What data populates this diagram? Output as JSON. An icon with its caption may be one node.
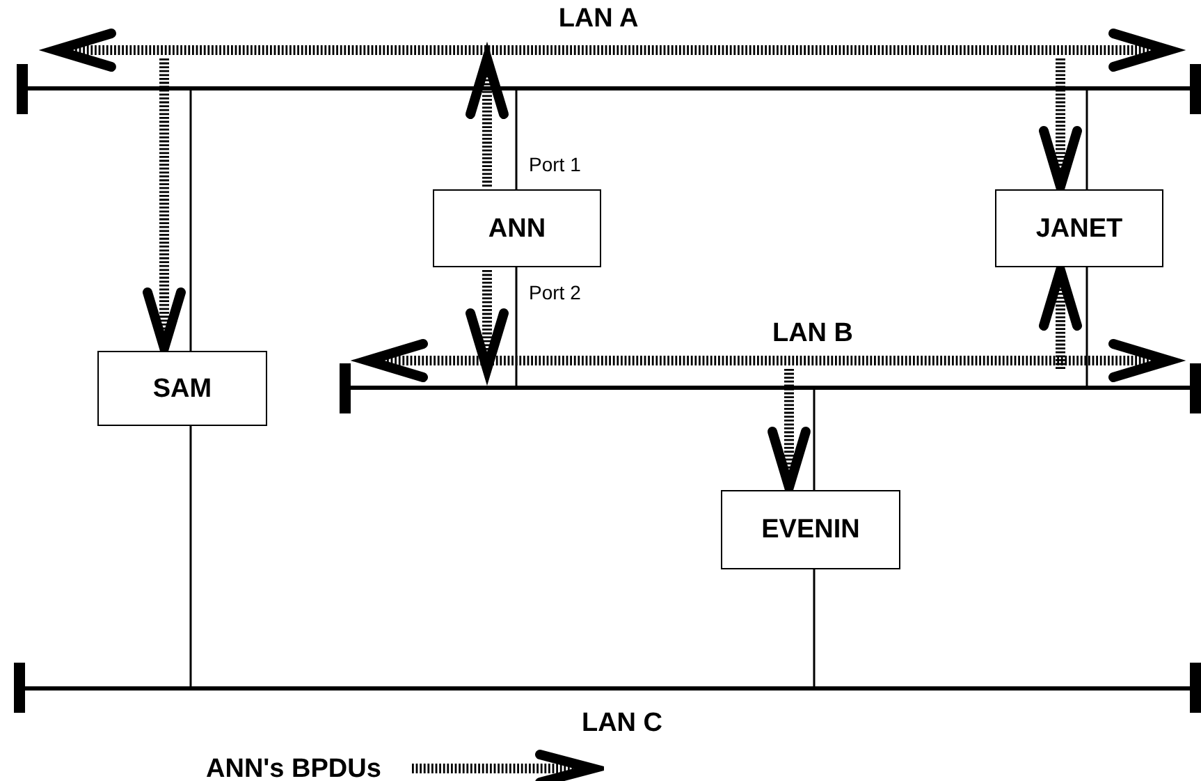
{
  "diagram": {
    "nodes": [
      {
        "text": [
          "LAN A"
        ]
      },
      {
        "text": [
          "SAM"
        ]
      },
      {
        "text": [
          "ANN"
        ],
        "beside": [
          "Port 1",
          "Port 2"
        ]
      },
      {
        "text": [
          "JANET"
        ]
      },
      {
        "text": [
          "LAN B"
        ]
      },
      {
        "text": [
          "EVENIN"
        ]
      },
      {
        "text": [
          "LAN C"
        ]
      }
    ],
    "edges": [
      {
        "from": 0,
        "to": 1,
        "arrow": "none"
      },
      {
        "from": 1,
        "to": 6,
        "arrow": "none"
      },
      {
        "from": 0,
        "to": 2,
        "arrow": "none"
      },
      {
        "from": 2,
        "to": 4,
        "arrow": "none"
      },
      {
        "from": 0,
        "to": 3,
        "arrow": "none"
      },
      {
        "from": 3,
        "to": 4,
        "arrow": "none"
      },
      {
        "from": 4,
        "to": 5,
        "arrow": "none"
      },
      {
        "from": 5,
        "to": 6,
        "arrow": "none"
      },
      {
        "from": 2,
        "to": 0,
        "arrow": "to",
        "style": "dashed"
      },
      {
        "from": 0,
        "to": 1,
        "arrow": "to",
        "style": "dashed"
      },
      {
        "from": 0,
        "to": 3,
        "arrow": "to",
        "style": "dashed"
      },
      {
        "from": 2,
        "to": 4,
        "arrow": "to",
        "style": "dashed"
      },
      {
        "from": 4,
        "to": 3,
        "arrow": "to",
        "style": "dashed"
      },
      {
        "from": 4,
        "to": 5,
        "arrow": "to",
        "style": "dashed"
      }
    ],
    "legend": [
      {
        "text": "ANN's BPDUs"
      }
    ]
  }
}
